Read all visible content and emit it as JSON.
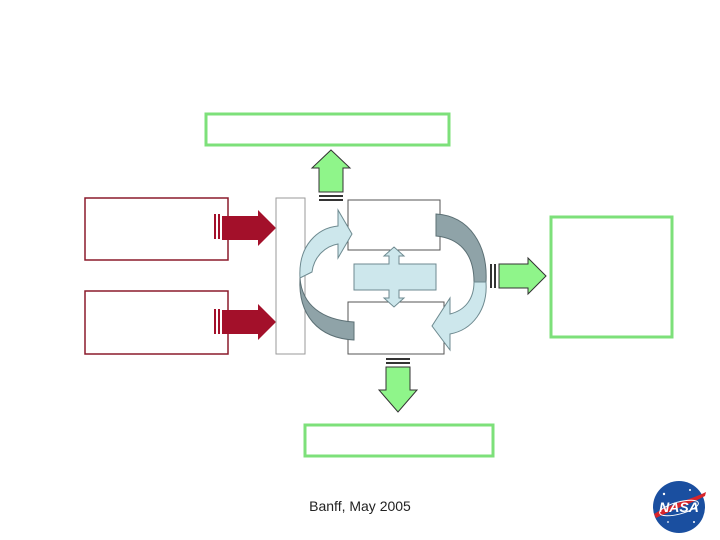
{
  "footer": {
    "text": "Banff, May 2005"
  },
  "logo": {
    "text": "NASA",
    "icon": "nasa-meatball-logo"
  },
  "colors": {
    "green_box_border": "#7de07a",
    "green_arrow_fill": "#8ff58a",
    "red_box_border": "#8b1a2b",
    "red_arrow_fill": "#a3102a",
    "gray_border": "#9a9a9a",
    "light_blue": "#cde7ec",
    "slate_gray": "#8fa3a8",
    "logo_blue": "#1a4fa0",
    "logo_red": "#d8242a"
  }
}
